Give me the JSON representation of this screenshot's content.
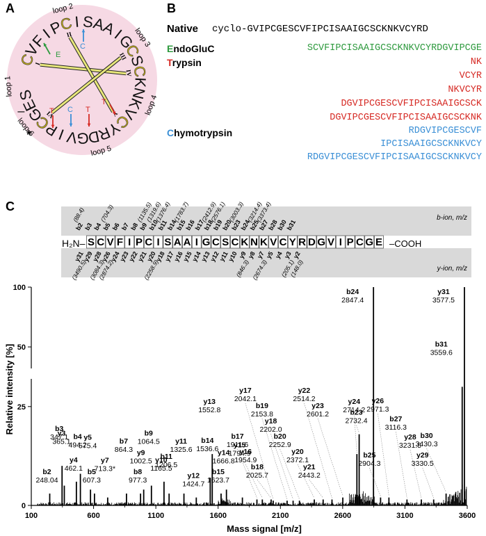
{
  "panels": {
    "a": "A",
    "b": "B",
    "c": "C"
  },
  "panelA": {
    "ring_letters": [
      "C",
      "V",
      "F",
      "I",
      "P",
      "C",
      "I",
      "S",
      "A",
      "A",
      "I",
      "G",
      "C",
      "S",
      "C",
      "K",
      "N",
      "K",
      "V",
      "C",
      "Y",
      "R",
      "D",
      "G",
      "V",
      "I",
      "P",
      "C",
      "G",
      "E",
      "S"
    ],
    "loops": [
      "loop 1",
      "loop 2",
      "loop 3",
      "loop 4",
      "loop 5",
      "loop 6"
    ],
    "cys_labels": [
      "I",
      "II",
      "III",
      "IV",
      "V",
      "VI"
    ],
    "cut_E": "E",
    "cut_C1": "C",
    "cut_C2": "C",
    "cut_T1": "T",
    "cut_T2": "T",
    "cut_T3": "T",
    "dash": "–",
    "star": "*",
    "colors": {
      "disk": "#f6d9e4",
      "bond": "#e8e77a",
      "green": "#2e9a3e",
      "blue": "#3a8fd6",
      "red": "#d62a24",
      "cys": "#c9b21a"
    }
  },
  "panelB": {
    "native_label": "Native",
    "native_seq": "cyclo-GVIPCGESCVFIPCISAAIGCSCKNKVCYRD",
    "endo": {
      "cap": "E",
      "rest": "ndoGluC",
      "seqs": [
        "SCVFIPCISAAIGCSCKNKVCYRDGVIPCGE"
      ]
    },
    "tryp": {
      "cap": "T",
      "rest": "rypsin",
      "seqs": [
        "NK",
        "VCYR",
        "NKVCYR",
        "DGVIPCGESCVFIPCISAAIGCSCK",
        "DGVIPCGESCVFIPCISAAIGCSCKNK"
      ]
    },
    "chymo": {
      "cap": "C",
      "rest": "hymotrypsin",
      "seqs": [
        "RDGVIPCGESCVF",
        "IPCISAAIGCSCKNKVCY",
        "RDGVIPCGESCVFIPCISAAIGCSCKNKVCY"
      ]
    }
  },
  "panelC": {
    "bion_label": "b-ion, m/z",
    "yion_label": "y-ion, m/z",
    "n_term": "H₂N–",
    "c_term": "–COOH",
    "sequence": "SCVFIPCISAAIGCSCKNKVCYRDGVIPCGE",
    "b_ions": [
      {
        "n": "b2",
        "mz": "(88.4)"
      },
      {
        "n": "b3",
        "mz": ""
      },
      {
        "n": "b4",
        "mz": ""
      },
      {
        "n": "b5",
        "mz": "(704.3)"
      },
      {
        "n": "b6",
        "mz": ""
      },
      {
        "n": "b7",
        "mz": ""
      },
      {
        "n": "b8",
        "mz": ""
      },
      {
        "n": "b9",
        "mz": "(1135.5)"
      },
      {
        "n": "b10",
        "mz": "(1319.6)"
      },
      {
        "n": "b11",
        "mz": "(1376.4)"
      },
      {
        "n": "b14",
        "mz": ""
      },
      {
        "n": "b15",
        "mz": "(1783.7)"
      },
      {
        "n": "b16",
        "mz": ""
      },
      {
        "n": "b17",
        "mz": ""
      },
      {
        "n": "b18",
        "mz": "(2412.9)"
      },
      {
        "n": "b19",
        "mz": "(2576.1)"
      },
      {
        "n": "b20",
        "mz": ""
      },
      {
        "n": "b23",
        "mz": "(3003.3)"
      },
      {
        "n": "b24",
        "mz": ""
      },
      {
        "n": "b25",
        "mz": "(3214.4)"
      },
      {
        "n": "b27",
        "mz": "(3373.4)"
      },
      {
        "n": "b28",
        "mz": ""
      },
      {
        "n": "b30",
        "mz": ""
      },
      {
        "n": "b31",
        "mz": ""
      }
    ],
    "y_ions": [
      {
        "n": "y31",
        "mz": "(3490.5)"
      },
      {
        "n": "y29",
        "mz": ""
      },
      {
        "n": "y28",
        "mz": "(3084.3)"
      },
      {
        "n": "y26",
        "mz": "(2874.2)"
      },
      {
        "n": "y24",
        "mz": ""
      },
      {
        "n": "y23",
        "mz": ""
      },
      {
        "n": "y22",
        "mz": ""
      },
      {
        "n": "y21",
        "mz": ""
      },
      {
        "n": "y20",
        "mz": "(2258.9)"
      },
      {
        "n": "y18",
        "mz": ""
      },
      {
        "n": "y17",
        "mz": ""
      },
      {
        "n": "y16",
        "mz": ""
      },
      {
        "n": "y15",
        "mz": ""
      },
      {
        "n": "y14",
        "mz": ""
      },
      {
        "n": "y13",
        "mz": ""
      },
      {
        "n": "y12",
        "mz": ""
      },
      {
        "n": "y11",
        "mz": ""
      },
      {
        "n": "y10",
        "mz": ""
      },
      {
        "n": "y9",
        "mz": "(846.3)"
      },
      {
        "n": "y8",
        "mz": ""
      },
      {
        "n": "y7",
        "mz": "(2674.3)"
      },
      {
        "n": "y5",
        "mz": ""
      },
      {
        "n": "y4",
        "mz": ""
      },
      {
        "n": "y3",
        "mz": "(205.1)"
      },
      {
        "n": "y2",
        "mz": "(148.0)"
      }
    ],
    "colors": {
      "box": "#d9d9d9"
    }
  },
  "chart_data": {
    "type": "bar",
    "title": "",
    "xlabel": "Mass signal  [m/z]",
    "ylabel": "Relative intensity [%]",
    "xlim": [
      100,
      3600
    ],
    "x_ticks": [
      100,
      600,
      1100,
      1600,
      2100,
      2600,
      3100,
      3600
    ],
    "y_ticks_lower": [
      0,
      25
    ],
    "y_ticks_upper": [
      50,
      100
    ],
    "broken_axis": true,
    "axis_break_range": [
      30,
      35
    ],
    "series": [
      {
        "peaks": [
          {
            "label": "b2",
            "mz": 248.04,
            "intensity": 3
          },
          {
            "label": "b3",
            "mz": 347.1,
            "intensity": 10
          },
          {
            "label": "y3",
            "mz": 365.1,
            "intensity": 5
          },
          {
            "label": "y4",
            "mz": 462.1,
            "intensity": 6
          },
          {
            "label": "b4",
            "mz": 494.2,
            "intensity": 8
          },
          {
            "label": "y5",
            "mz": 575.4,
            "intensity": 4
          },
          {
            "label": "b5",
            "mz": 607.3,
            "intensity": 3
          },
          {
            "label": "y7",
            "mz": 713.3,
            "intensity": 2
          },
          {
            "label": "b7",
            "mz": 864.3,
            "intensity": 3
          },
          {
            "label": "b8",
            "mz": 977.3,
            "intensity": 3
          },
          {
            "label": "y9",
            "mz": 1002.5,
            "intensity": 4
          },
          {
            "label": "b9",
            "mz": 1064.5,
            "intensity": 5
          },
          {
            "label": "y10",
            "mz": 1165.5,
            "intensity": 6
          },
          {
            "label": "b11",
            "mz": 1206.5,
            "intensity": 3
          },
          {
            "label": "y11",
            "mz": 1325.6,
            "intensity": 3
          },
          {
            "label": "y12",
            "mz": 1424.7,
            "intensity": 2
          },
          {
            "label": "b14",
            "mz": 1536.6,
            "intensity": 7
          },
          {
            "label": "y13",
            "mz": 1552.8,
            "intensity": 13
          },
          {
            "label": "b15",
            "mz": 1623.7,
            "intensity": 3
          },
          {
            "label": "y14",
            "mz": 1666.8,
            "intensity": 4
          },
          {
            "label": "y15",
            "mz": 1794.9,
            "intensity": 2
          },
          {
            "label": "b17",
            "mz": 1911.6,
            "intensity": 1.5
          },
          {
            "label": "y16",
            "mz": 1954.9,
            "intensity": 1.5
          },
          {
            "label": "b18",
            "mz": 2025.7,
            "intensity": 1.5
          },
          {
            "label": "y17",
            "mz": 2042.1,
            "intensity": 1.2
          },
          {
            "label": "b19",
            "mz": 2153.8,
            "intensity": 1.2
          },
          {
            "label": "y18",
            "mz": 2202.0,
            "intensity": 1.2
          },
          {
            "label": "b20",
            "mz": 2252.9,
            "intensity": 1.2
          },
          {
            "label": "y20",
            "mz": 2372.1,
            "intensity": 1.5
          },
          {
            "label": "y21",
            "mz": 2443.2,
            "intensity": 1.5
          },
          {
            "label": "y22",
            "mz": 2514.2,
            "intensity": 1.5
          },
          {
            "label": "y23",
            "mz": 2601.2,
            "intensity": 2
          },
          {
            "label": "y24",
            "mz": 2714.2,
            "intensity": 13
          },
          {
            "label": "b23",
            "mz": 2732.4,
            "intensity": 18
          },
          {
            "label": "b24",
            "mz": 2847.4,
            "intensity": 100
          },
          {
            "label": "b25",
            "mz": 2904.3,
            "intensity": 2
          },
          {
            "label": "y26",
            "mz": 2971.3,
            "intensity": 2
          },
          {
            "label": "b27",
            "mz": 3116.3,
            "intensity": 1.5
          },
          {
            "label": "y28",
            "mz": 3231.5,
            "intensity": 1.5
          },
          {
            "label": "y29",
            "mz": 3330.5,
            "intensity": 1.5
          },
          {
            "label": "b30",
            "mz": 3430.3,
            "intensity": 3
          },
          {
            "label": "b31",
            "mz": 3559.6,
            "intensity": 30
          },
          {
            "label": "y31",
            "mz": 3577.5,
            "intensity": 100
          }
        ]
      }
    ],
    "peak_labels": [
      {
        "name": "b2",
        "mz": "248.04"
      },
      {
        "name": "b3",
        "mz": "347.1"
      },
      {
        "name": "y3",
        "mz": "365.1"
      },
      {
        "name": "y4",
        "mz": "462.1"
      },
      {
        "name": "b4",
        "mz": "494.2"
      },
      {
        "name": "y5",
        "mz": "575.4"
      },
      {
        "name": "b5",
        "mz": "607.3"
      },
      {
        "name": "y7",
        "mz": "713.3*"
      },
      {
        "name": "b7",
        "mz": "864.3"
      },
      {
        "name": "b8",
        "mz": "977.3"
      },
      {
        "name": "y9",
        "mz": "1002.5"
      },
      {
        "name": "b9",
        "mz": "1064.5"
      },
      {
        "name": "y10",
        "mz": "1165.5"
      },
      {
        "name": "b11",
        "mz": "1206.5"
      },
      {
        "name": "y11",
        "mz": "1325.6"
      },
      {
        "name": "y12",
        "mz": "1424.7"
      },
      {
        "name": "b14",
        "mz": "1536.6"
      },
      {
        "name": "y13",
        "mz": "1552.8"
      },
      {
        "name": "b15",
        "mz": "1623.7"
      },
      {
        "name": "y14",
        "mz": "1666.8"
      },
      {
        "name": "y15",
        "mz": "1794.9"
      },
      {
        "name": "b17",
        "mz": "1911.6"
      },
      {
        "name": "y16",
        "mz": "1954.9"
      },
      {
        "name": "b18",
        "mz": "2025.7"
      },
      {
        "name": "y17",
        "mz": "2042.1"
      },
      {
        "name": "b19",
        "mz": "2153.8"
      },
      {
        "name": "y18",
        "mz": "2202.0"
      },
      {
        "name": "b20",
        "mz": "2252.9"
      },
      {
        "name": "y20",
        "mz": "2372.1"
      },
      {
        "name": "y21",
        "mz": "2443.2"
      },
      {
        "name": "y22",
        "mz": "2514.2"
      },
      {
        "name": "y23",
        "mz": "2601.2"
      },
      {
        "name": "y24",
        "mz": "2714.2"
      },
      {
        "name": "b23",
        "mz": "2732.4"
      },
      {
        "name": "b24",
        "mz": "2847.4"
      },
      {
        "name": "b25",
        "mz": "2904.3"
      },
      {
        "name": "y26",
        "mz": "2971.3"
      },
      {
        "name": "b27",
        "mz": "3116.3"
      },
      {
        "name": "y28",
        "mz": "3231.5"
      },
      {
        "name": "y29",
        "mz": "3330.5"
      },
      {
        "name": "b30",
        "mz": "3430.3"
      },
      {
        "name": "b31",
        "mz": "3559.6"
      },
      {
        "name": "y31",
        "mz": "3577.5"
      }
    ]
  }
}
